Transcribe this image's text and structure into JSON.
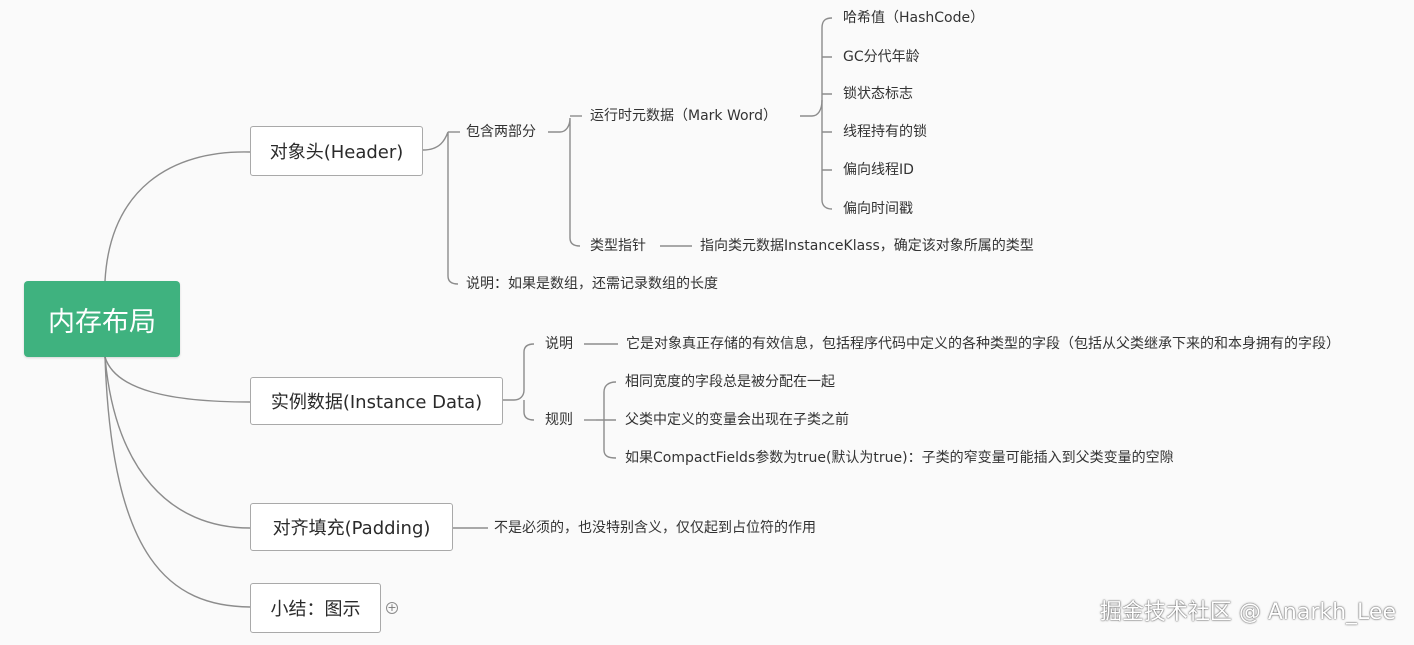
{
  "root": {
    "label": "内存布局"
  },
  "header": {
    "label": "对象头(Header)",
    "contains_label": "包含两部分",
    "mark_word": {
      "label": "运行时元数据（Mark Word）",
      "items": [
        "哈希值（HashCode）",
        "GC分代年龄",
        "锁状态标志",
        "线程持有的锁",
        "偏向线程ID",
        "偏向时间戳"
      ]
    },
    "type_pointer": {
      "label": "类型指针",
      "desc": "指向类元数据InstanceKlass，确定该对象所属的类型"
    },
    "note": "说明：如果是数组，还需记录数组的长度"
  },
  "instance_data": {
    "label": "实例数据(Instance Data)",
    "desc_label": "说明",
    "desc": "它是对象真正存储的有效信息，包括程序代码中定义的各种类型的字段（包括从父类继承下来的和本身拥有的字段）",
    "rules_label": "规则",
    "rules": [
      "相同宽度的字段总是被分配在一起",
      "父类中定义的变量会出现在子类之前",
      "如果CompactFields参数为true(默认为true)：子类的窄变量可能插入到父类变量的空隙"
    ]
  },
  "padding": {
    "label": "对齐填充(Padding)",
    "desc": "不是必须的，也没特别含义，仅仅起到占位符的作用"
  },
  "summary": {
    "label": "小结：图示",
    "expand_icon": "+"
  },
  "watermark": "掘金技术社区 @ Anarkh_Lee"
}
